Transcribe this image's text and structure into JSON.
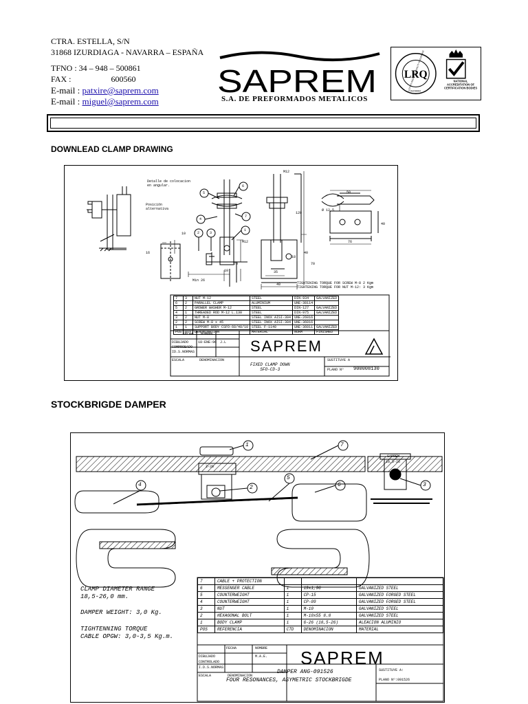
{
  "header": {
    "address_line1": "CTRA. ESTELLA, S/N",
    "address_line2": "31868 IZURDIAGA - NAVARRA – ESPAÑA",
    "phone_label": "TFNO  :  34 – 948 – 500861",
    "fax_label": "FAX    :",
    "fax_value": "600560",
    "email_label": "E-mail  :",
    "email1": "patxire@saprem.com",
    "email2": "miguel@saprem.com",
    "logo_text": "SAPREM",
    "logo_subtitle": "S.A. DE PREFORMADOS METALICOS",
    "cert_text1": "LLOYD'S REGISTER QUALITY ASSURANCE",
    "cert_text2": "ISO9002",
    "cert_logo": "LRQ",
    "cert_text3": "NATIONAL ACCREDITATION OF CERTIFICATION BODIES"
  },
  "sections": {
    "download_title": "DOWNLEAD CLAMP DRAWING",
    "stockbridge_title": "STOCKBRIGDE DAMPER"
  },
  "drawing1": {
    "notes": {
      "detail_1": "Detalle de colocacion",
      "detail_2": "en angular.",
      "position_1": "Posición",
      "position_2": "alternativa",
      "torque_1": "TIGHTENING TORQUE FOR SCREW  M-8  2 Kgm",
      "torque_2": "TIGHTENING TORQUE FOR NUT M-12: 3 Kgm",
      "min": "Min 26"
    },
    "dims": [
      "M12",
      "50",
      "Ø 12,5",
      "120",
      "40",
      "76",
      "10",
      "16",
      "M12",
      "70",
      "10",
      "18",
      "40",
      "70",
      "35",
      "40"
    ],
    "callouts": [
      "5",
      "6",
      "4",
      "7",
      "2",
      "3",
      "1"
    ],
    "bom": [
      [
        "7",
        "3",
        "NUT M-12",
        "STEEL",
        "DIN-934",
        "GALVANIZED"
      ],
      [
        "6",
        "2",
        "PARALLEL CLAMP",
        "ALUMINIUM",
        "UNE-38114",
        ""
      ],
      [
        "5",
        "2",
        "GROWER WASHER M-12",
        "STEEL",
        "DIN-127",
        "GALVANIZED"
      ],
      [
        "4",
        "1",
        "THREADED ROD M-12 L.130",
        "STEEL",
        "DIN-975",
        "GALVANIZED"
      ],
      [
        "3",
        "2",
        "NUT M-8",
        "STEEL INOX AISI-304",
        "UNE-26016",
        ""
      ],
      [
        "2",
        "2",
        "SCREW M-8 x 45",
        "STEEL INOX AISI-304",
        "UNE-36016",
        ""
      ],
      [
        "1",
        "1",
        "SUPPORT BODY CSFO-60/40/10",
        "STEEL F-1140",
        "UNE-36011",
        "GALVANIZED"
      ]
    ],
    "bom_header": [
      "POS",
      "QTY",
      "DENOMINATION",
      "MATERIAL",
      "NORM",
      "FINISHED"
    ],
    "title_block": {
      "fecha": "FECHA",
      "nombre": "NOMBRE",
      "dibujado": "DIBUJADO",
      "date": "18-ENE-96",
      "name": "J.L",
      "comprobado": "COMPROBADO",
      "id_normas": "ID.S.NORMAS",
      "escala": "ESCALA",
      "denominacion": "DENOMINACION",
      "title1": "FIXED CLAMP DOWN",
      "title2": "SFO-CD-3",
      "sustituye": "SUSTITUYE A",
      "plano_label": "PLANO Nº",
      "plano": "900008130",
      "brand": "SAPREM"
    }
  },
  "drawing2": {
    "callouts": [
      "1",
      "7",
      "4",
      "2",
      "5",
      "6",
      "3"
    ],
    "clamp_marks": [
      "Z-26",
      "SAPREM",
      "18,5-26"
    ],
    "specs": {
      "range_label": "CLAMP DIAMETER RANGE",
      "range_value": "18,5-26,0 mm.",
      "weight": "DAMPER WEIGHT: 3,0 Kg.",
      "torque_label": "TIGHTENNING TORQUE",
      "torque_value": "CABLE OPGW: 3,0-3,5 Kg.m."
    },
    "bom": [
      [
        "7",
        "CABLE + PROTECTION",
        "",
        "",
        ""
      ],
      [
        "6",
        "MESSENGER CABLE",
        "1",
        "19x1,96",
        "GALVANIZED STEEL"
      ],
      [
        "5",
        "COUNTERWEIGHT",
        "1",
        "CP-15",
        "GALVANIZED FORGED STEEL"
      ],
      [
        "4",
        "COUNTERWEIGHT",
        "1",
        "CP-09",
        "GALVANIZED FORGED STEEL"
      ],
      [
        "3",
        "NUT",
        "1",
        "M-10",
        "GALVANIZED STEEL"
      ],
      [
        "2",
        "HEXAGONAL BOLT",
        "1",
        "M-10x55 8.8",
        "GALVANIZED STEEL"
      ],
      [
        "1",
        "BODY CLAMP",
        "1",
        "G-26 (18,5-26)",
        "ALEACION ALUMINIO"
      ]
    ],
    "bom_header": [
      "POS",
      "REFERENCIA",
      "CTD",
      "DENOMINACION",
      "MATERIAL"
    ],
    "title_block": {
      "fecha": "FECHA",
      "nombre": "NOMBRE",
      "dibujado": "DIBUJADO",
      "name": "M.A.E.",
      "controlado": "CONTROLADO",
      "id_normas": "I.D.S.NORMAS",
      "escala": "ESCALA",
      "denominacion": "DENOMINACION",
      "title1": "DAMPER ANG-091526",
      "title2": "FOUR RESONANCES, ASYMETRIC STOCKBRIGDE",
      "sustituye": "SUSTITUYE A:",
      "plano": "PLANO Nº:091526",
      "brand": "SAPREM"
    }
  }
}
